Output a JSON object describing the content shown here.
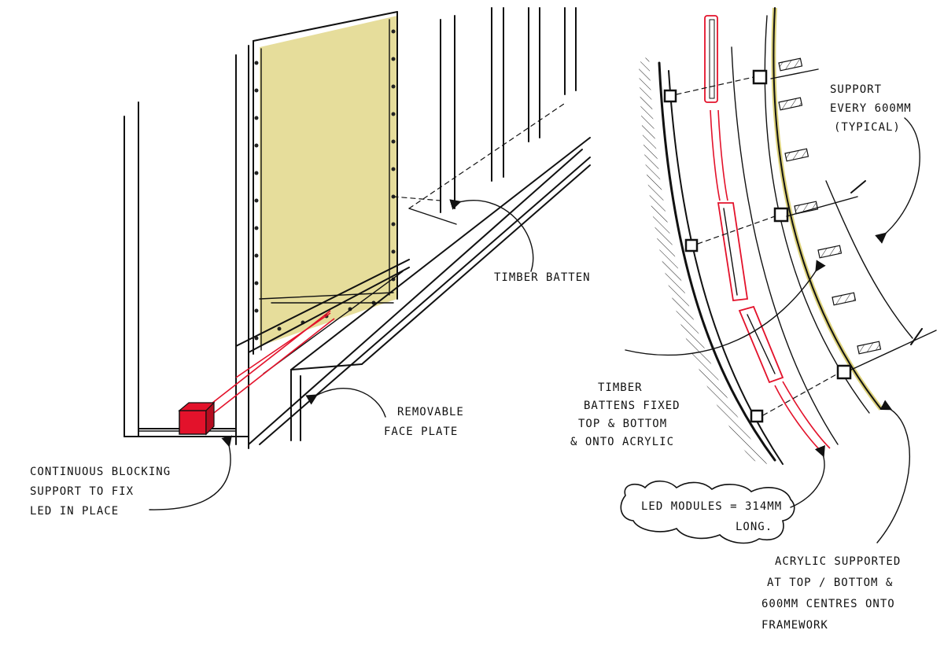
{
  "labels": {
    "timber_batten": "TIMBER BATTEN",
    "removable_face_plate_line1": "REMOVABLE",
    "removable_face_plate_line2": "FACE PLATE",
    "continuous_blocking_line1": "CONTINUOUS BLOCKING",
    "continuous_blocking_line2": "SUPPORT TO FIX",
    "continuous_blocking_line3": "LED IN PLACE",
    "support_line1": "SUPPORT",
    "support_line2": "EVERY 600MM",
    "support_line3": "(TYPICAL)",
    "timber_battens_line1": "TIMBER",
    "timber_battens_line2": "BATTENS FIXED",
    "timber_battens_line3": "TOP & BOTTOM",
    "timber_battens_line4": "& ONTO ACRYLIC",
    "led_modules_line1": "LED MODULES = 314MM",
    "led_modules_line2": "LONG.",
    "acrylic_line1": "ACRYLIC SUPPORTED",
    "acrylic_line2": "AT TOP / BOTTOM &",
    "acrylic_line3": "600MM CENTRES ONTO",
    "acrylic_line4": "FRAMEWORK"
  },
  "colors": {
    "ink": "#111111",
    "acrylic_yellow": "#ddd27a",
    "led_red": "#e3122b"
  }
}
